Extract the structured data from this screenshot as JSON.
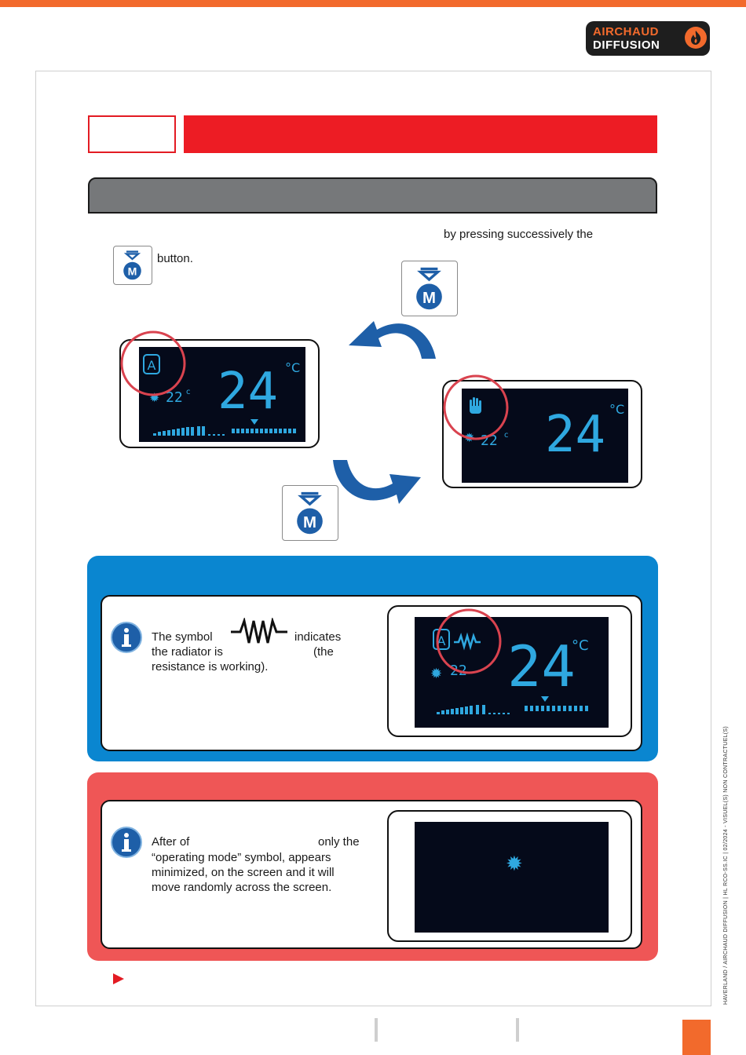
{
  "logo": {
    "line1": "AIRCHAUD",
    "line2": "DIFFUSION"
  },
  "intro": {
    "line1": "by pressing successively the",
    "line2": "button."
  },
  "m_button": {
    "label": "M"
  },
  "lcd_auto": {
    "mode_letter": "A",
    "temp": "24",
    "unit": "°C",
    "set_temp": "22",
    "set_unit": "c"
  },
  "lcd_manual": {
    "temp": "24",
    "unit": "°C",
    "set_temp": "22",
    "set_unit": "c"
  },
  "info1": {
    "text_a": "The symbol",
    "text_b": "indicates",
    "text_c": "the radiator is",
    "text_d": "(the",
    "text_e": "resistance is working)."
  },
  "info2": {
    "line1_a": "After of",
    "line1_b": "only the",
    "line2": "“operating mode” symbol, appears",
    "line3": "minimized, on the screen and it will",
    "line4": "move randomly across the screen."
  },
  "footer_vertical": "HAVERLAND / AIRCHAUD DIFFUSION | HL RCO-SS.IC | 02/2024 - VISUEL(S) NON CONTRACTUEL(S)",
  "colors": {
    "brand_orange": "#f26a2c",
    "red": "#ed1c24",
    "blue_panel": "#0a86d0",
    "red_panel": "#ef5656",
    "lcd_digits": "#2fa8e0",
    "highlight_circle": "#d9434f"
  }
}
